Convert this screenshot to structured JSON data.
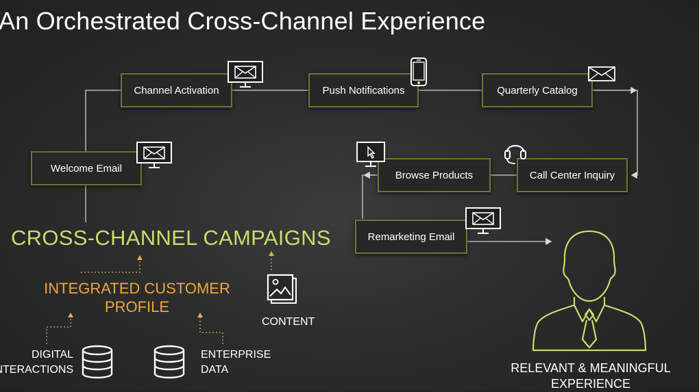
{
  "title": "An Orchestrated Cross-Channel Experience",
  "nodes": {
    "welcome_email": "Welcome Email",
    "channel_activation": "Channel Activation",
    "push_notifications": "Push Notifications",
    "quarterly_catalog": "Quarterly Catalog",
    "call_center_inquiry": "Call Center Inquiry",
    "browse_products": "Browse Products",
    "remarketing_email": "Remarketing Email"
  },
  "labels": {
    "campaigns": "CROSS-CHANNEL CAMPAIGNS",
    "profile": "INTEGRATED CUSTOMER PROFILE",
    "content": "CONTENT",
    "digital_line1": "DIGITAL",
    "digital_line2": "INTERACTIONS",
    "enterprise_line1": "ENTERPRISE",
    "enterprise_line2": "DATA",
    "relevant": "RELEVANT & MEANINGFUL EXPERIENCE"
  },
  "icons": {
    "email_monitor": "email-monitor-icon",
    "mobile_phone": "mobile-phone-icon",
    "envelope": "envelope-icon",
    "headset": "headset-icon",
    "cursor_monitor": "cursor-monitor-icon",
    "database": "database-icon",
    "image_content": "image-content-icon",
    "person": "person-icon"
  },
  "colors": {
    "accent_green": "#c9dd6b",
    "box_border": "#6f7530",
    "profile_orange": "#f0a640",
    "background": "#2b2c2c"
  }
}
